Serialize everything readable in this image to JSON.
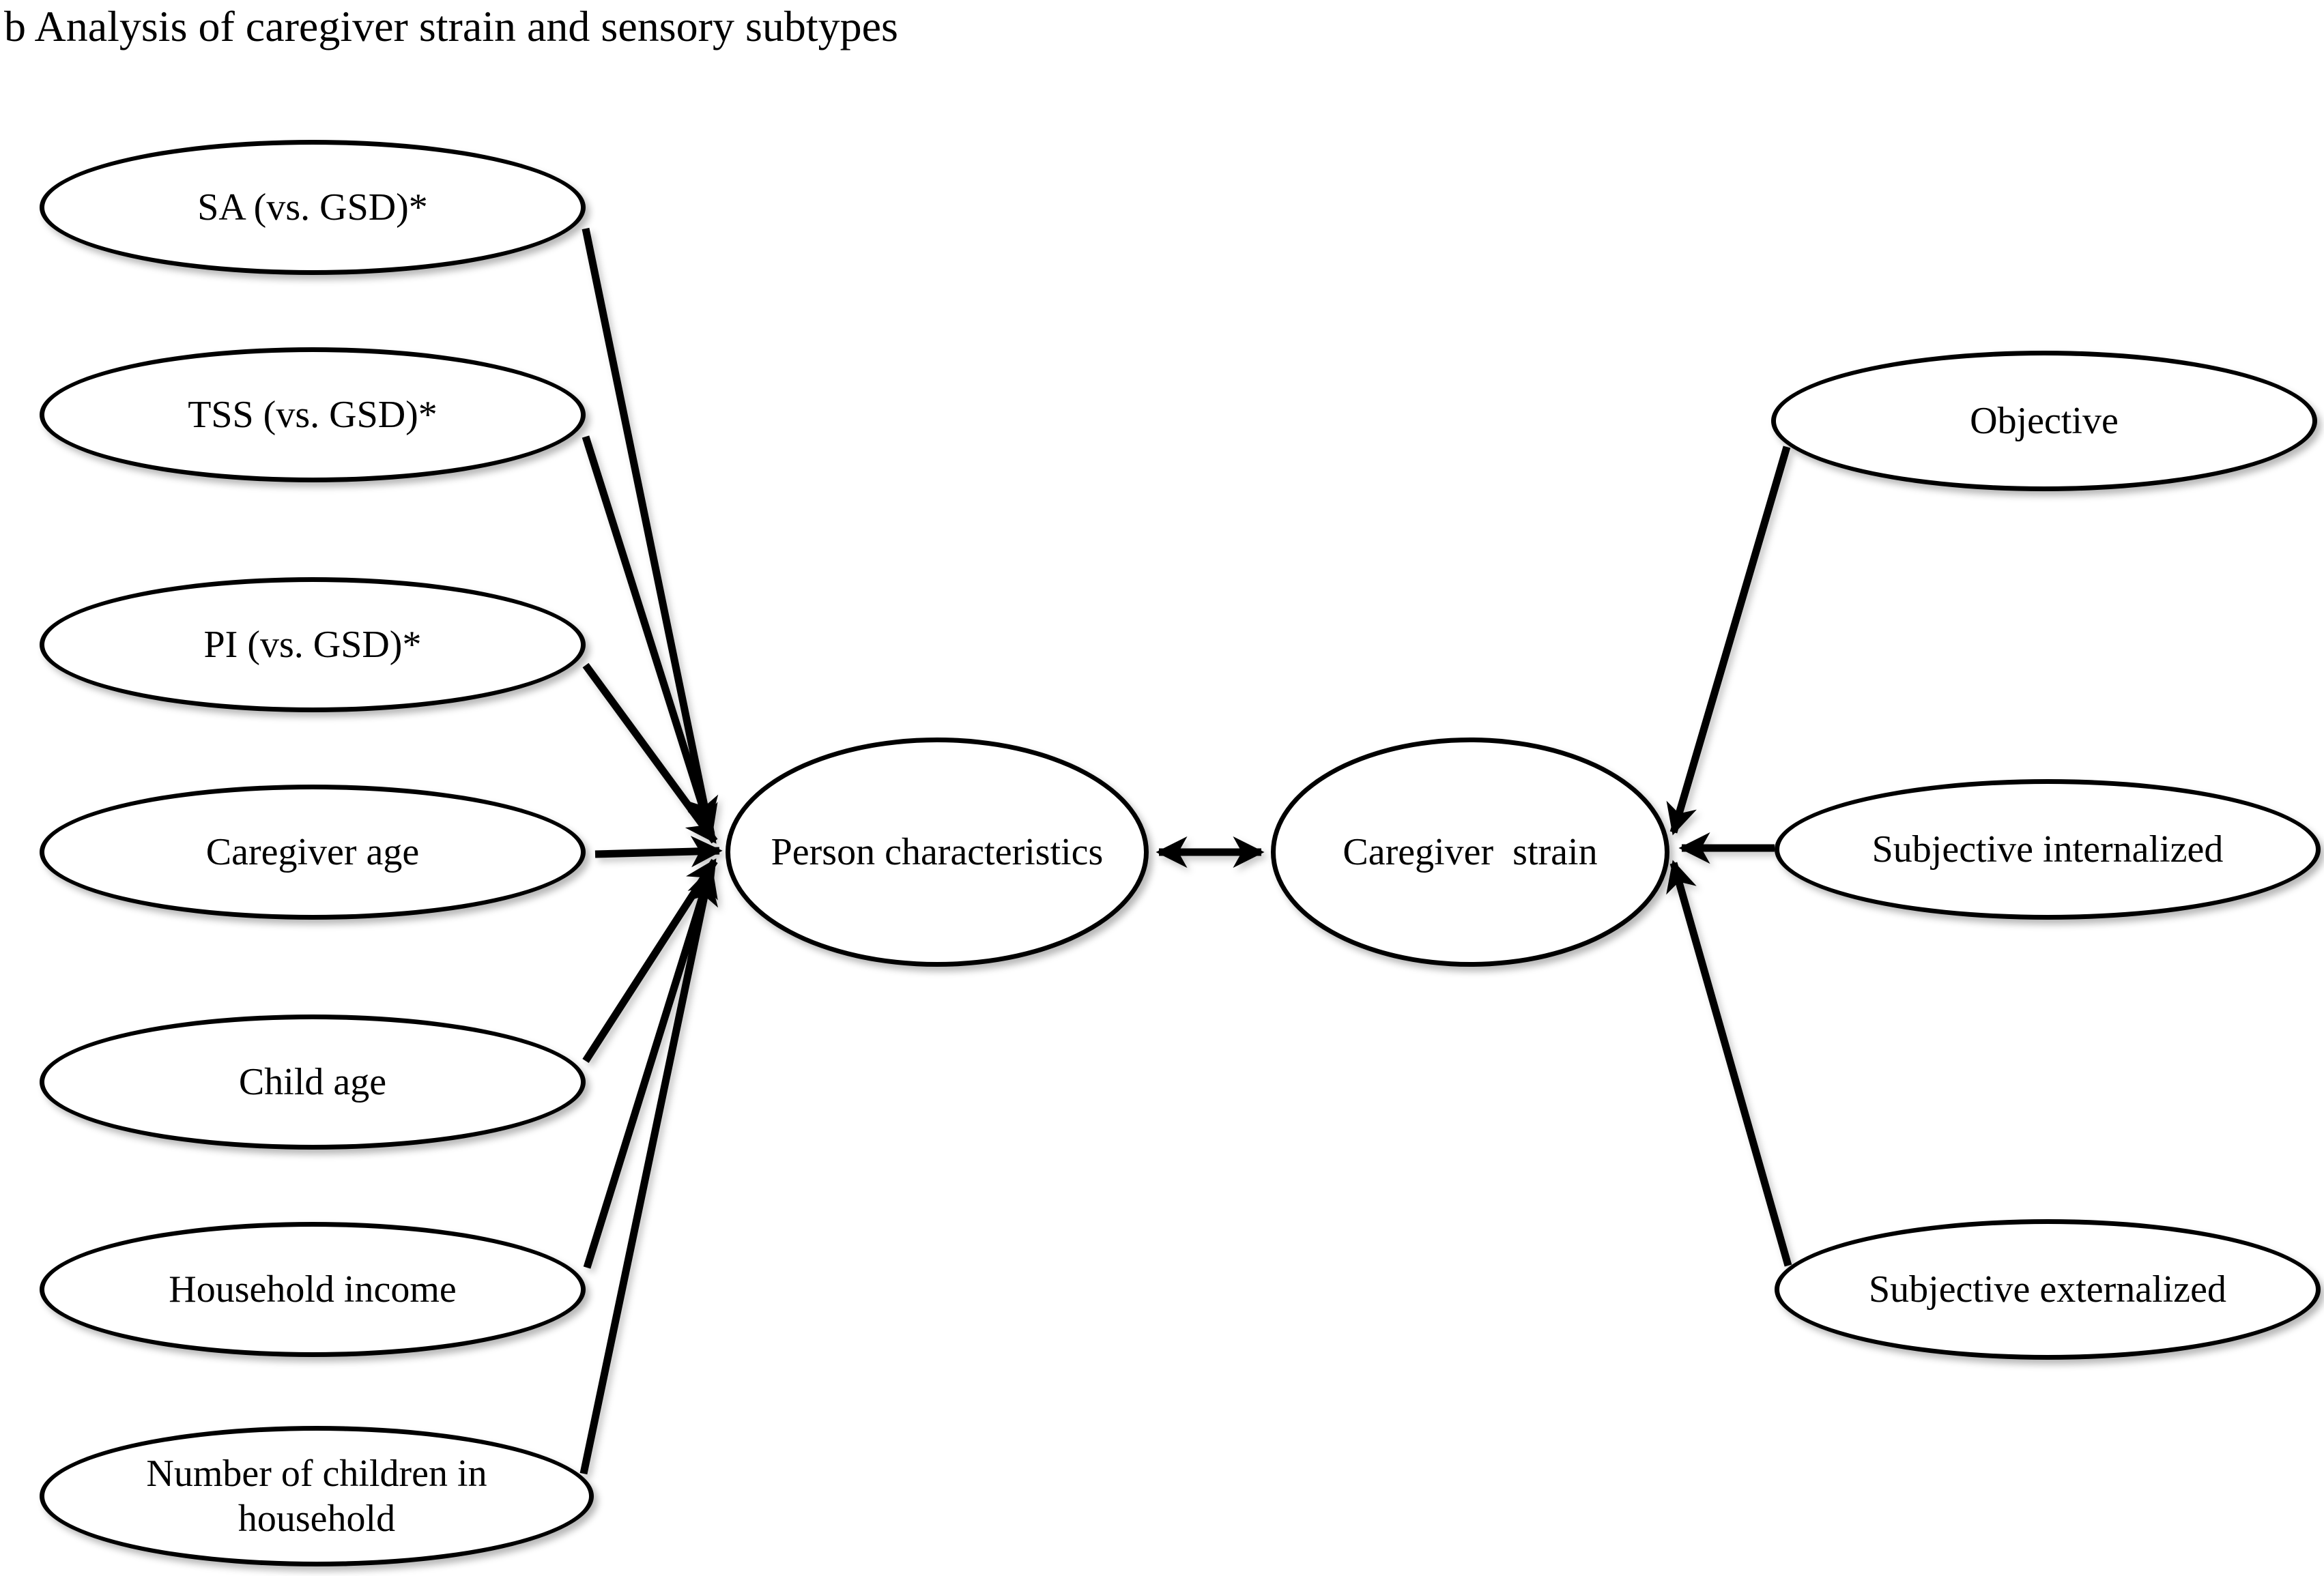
{
  "title": "b Analysis of caregiver strain and sensory subtypes",
  "colors": {
    "foreground": "#000000",
    "background": "#ffffff"
  },
  "nodes": {
    "sa": {
      "label": "SA (vs. GSD)*"
    },
    "tss": {
      "label": "TSS (vs. GSD)*"
    },
    "pi": {
      "label": "PI (vs. GSD)*"
    },
    "caregiver_age": {
      "label": "Caregiver age"
    },
    "child_age": {
      "label": "Child age"
    },
    "household_income": {
      "label": "Household income"
    },
    "num_children": {
      "label": "Number of children in\nhousehold"
    },
    "person_characteristics": {
      "label": "Person characteristics"
    },
    "caregiver_strain": {
      "label": "Caregiver  strain"
    },
    "objective": {
      "label": "Objective"
    },
    "subjective_internalized": {
      "label": "Subjective internalized"
    },
    "subjective_externalized": {
      "label": "Subjective externalized"
    }
  },
  "edges": [
    {
      "id": "e_sa",
      "from": "sa",
      "to": "person_characteristics",
      "direction": "to"
    },
    {
      "id": "e_tss",
      "from": "tss",
      "to": "person_characteristics",
      "direction": "to"
    },
    {
      "id": "e_pi",
      "from": "pi",
      "to": "person_characteristics",
      "direction": "to"
    },
    {
      "id": "e_caregiver_age",
      "from": "caregiver_age",
      "to": "person_characteristics",
      "direction": "to"
    },
    {
      "id": "e_child_age",
      "from": "child_age",
      "to": "person_characteristics",
      "direction": "to"
    },
    {
      "id": "e_household_income",
      "from": "household_income",
      "to": "person_characteristics",
      "direction": "to"
    },
    {
      "id": "e_num_children",
      "from": "num_children",
      "to": "person_characteristics",
      "direction": "to"
    },
    {
      "id": "e_pc_cs",
      "from": "person_characteristics",
      "to": "caregiver_strain",
      "direction": "both"
    },
    {
      "id": "e_objective",
      "from": "objective",
      "to": "caregiver_strain",
      "direction": "to"
    },
    {
      "id": "e_subj_int",
      "from": "subjective_internalized",
      "to": "caregiver_strain",
      "direction": "to"
    },
    {
      "id": "e_subj_ext",
      "from": "subjective_externalized",
      "to": "caregiver_strain",
      "direction": "to"
    }
  ]
}
